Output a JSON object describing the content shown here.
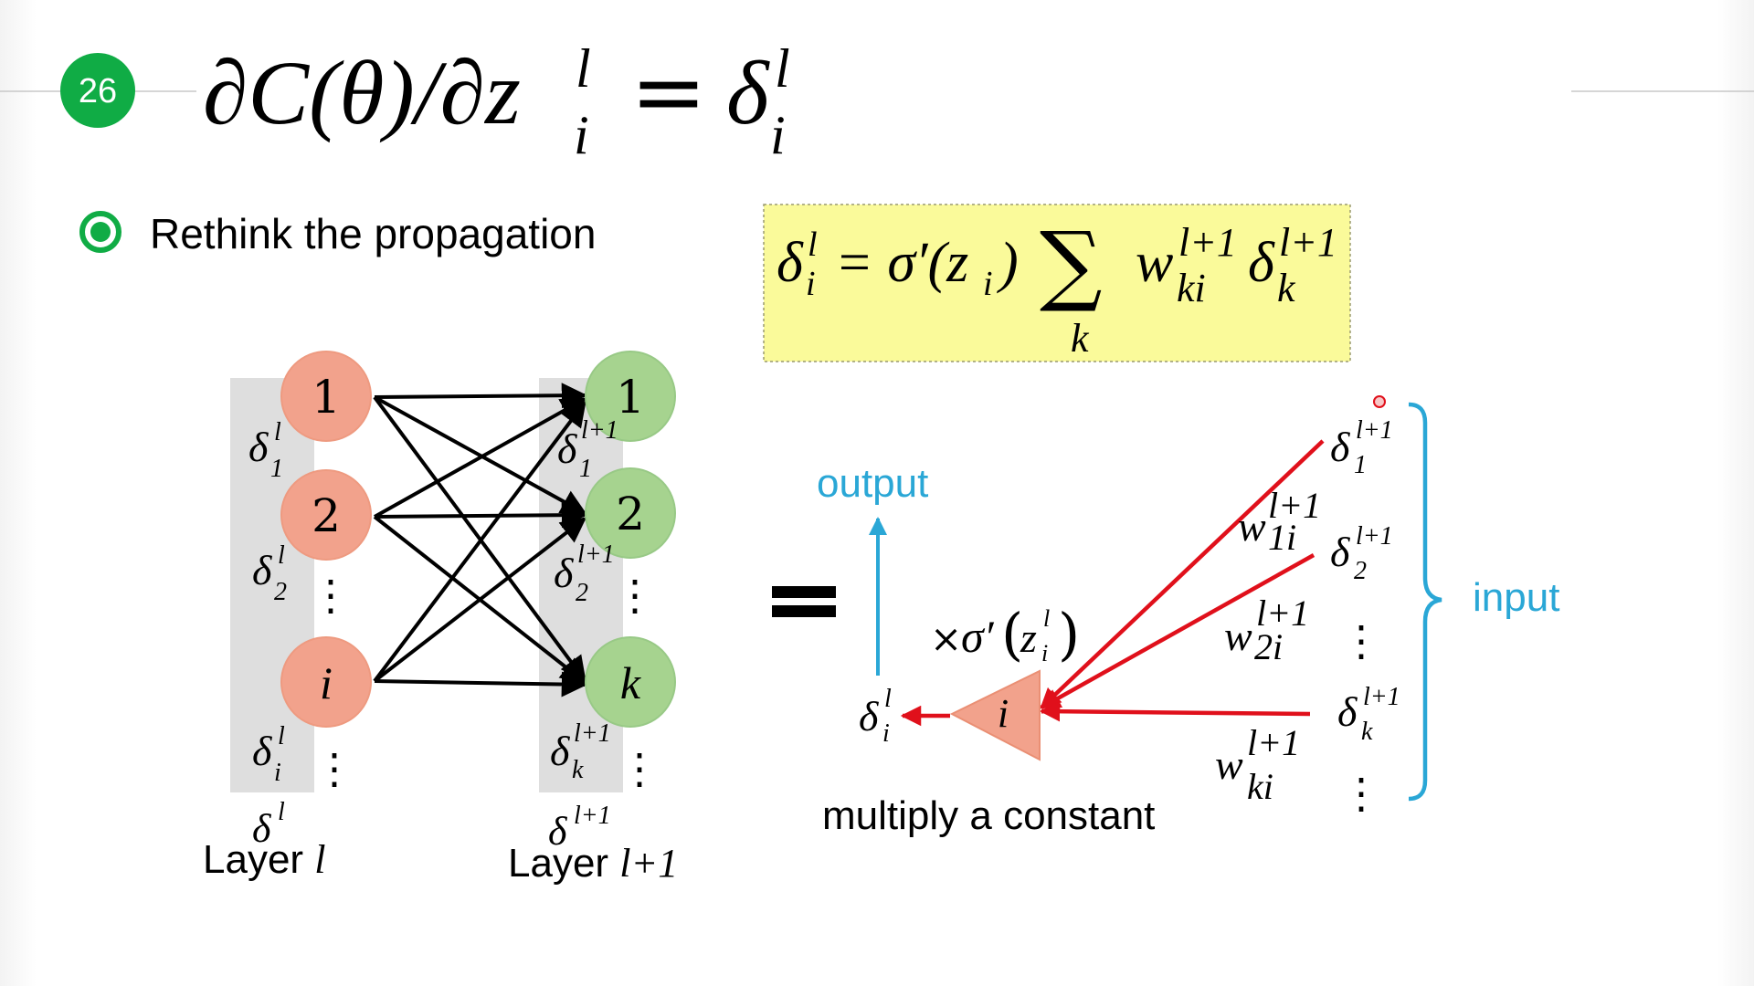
{
  "slide": {
    "number": "26",
    "title": {
      "lhs": "∂C(θ)/∂z",
      "lhs_sup": "l",
      "lhs_sub": "i",
      "equals": "=",
      "rhs": "δ",
      "rhs_sup": "l",
      "rhs_sub": "i"
    },
    "bullet": "Rethink the propagation",
    "formula": {
      "delta": "δ",
      "delta_sup": "l",
      "delta_sub": "i",
      "mid": "= σ′(z",
      "mid_sub": "i",
      "mid_close": ")",
      "sum": "∑",
      "sum_index": "k",
      "w": "w",
      "w_sup": "l+1",
      "w_sub": "ki",
      "d2": "δ",
      "d2_sup": "l+1",
      "d2_sub": "k"
    }
  },
  "network": {
    "layer_l": {
      "nodes": [
        "1",
        "2",
        "i"
      ],
      "deltas": [
        {
          "sym": "δ",
          "sup": "l",
          "sub": "1"
        },
        {
          "sym": "δ",
          "sup": "l",
          "sub": "2"
        },
        {
          "sym": "δ",
          "sup": "l",
          "sub": "i"
        }
      ],
      "vector": {
        "sym": "δ",
        "sup": "l"
      },
      "label": "Layer ",
      "label_var": "l"
    },
    "layer_l1": {
      "nodes": [
        "1",
        "2",
        "k"
      ],
      "deltas": [
        {
          "sym": "δ",
          "sup": "l+1",
          "sub": "1"
        },
        {
          "sym": "δ",
          "sup": "l+1",
          "sub": "2"
        },
        {
          "sym": "δ",
          "sup": "l+1",
          "sub": "k"
        }
      ],
      "vector": {
        "sym": "δ",
        "sup": "l+1"
      },
      "label": "Layer ",
      "label_var": "l+1"
    },
    "dots": "⋮"
  },
  "equals_sign": "=",
  "neuron_view": {
    "output_label": "output",
    "input_label": "input",
    "neuron": "i",
    "multiplier": {
      "times": "×",
      "sigma": "σ′",
      "open": "(",
      "z": "z",
      "sup": "l",
      "sub": "i",
      "close": ")"
    },
    "out_delta": {
      "sym": "δ",
      "sup": "l",
      "sub": "i"
    },
    "in_deltas": [
      {
        "sym": "δ",
        "sup": "l+1",
        "sub": "1"
      },
      {
        "sym": "δ",
        "sup": "l+1",
        "sub": "2"
      },
      {
        "sym": "δ",
        "sup": "l+1",
        "sub": "k"
      }
    ],
    "weights": [
      {
        "sym": "w",
        "sup": "l+1",
        "sub": "1i"
      },
      {
        "sym": "w",
        "sup": "l+1",
        "sub": "2i"
      },
      {
        "sym": "w",
        "sup": "l+1",
        "sub": "ki"
      }
    ],
    "caption": "multiply a constant"
  },
  "colors": {
    "badge": "#10ac45",
    "orange_node": "#f2a28c",
    "green_node": "#a6d38f",
    "band": "#dedede",
    "red": "#e0101b",
    "cyan": "#2aa7d6",
    "formula_bg": "#fafa9a"
  }
}
